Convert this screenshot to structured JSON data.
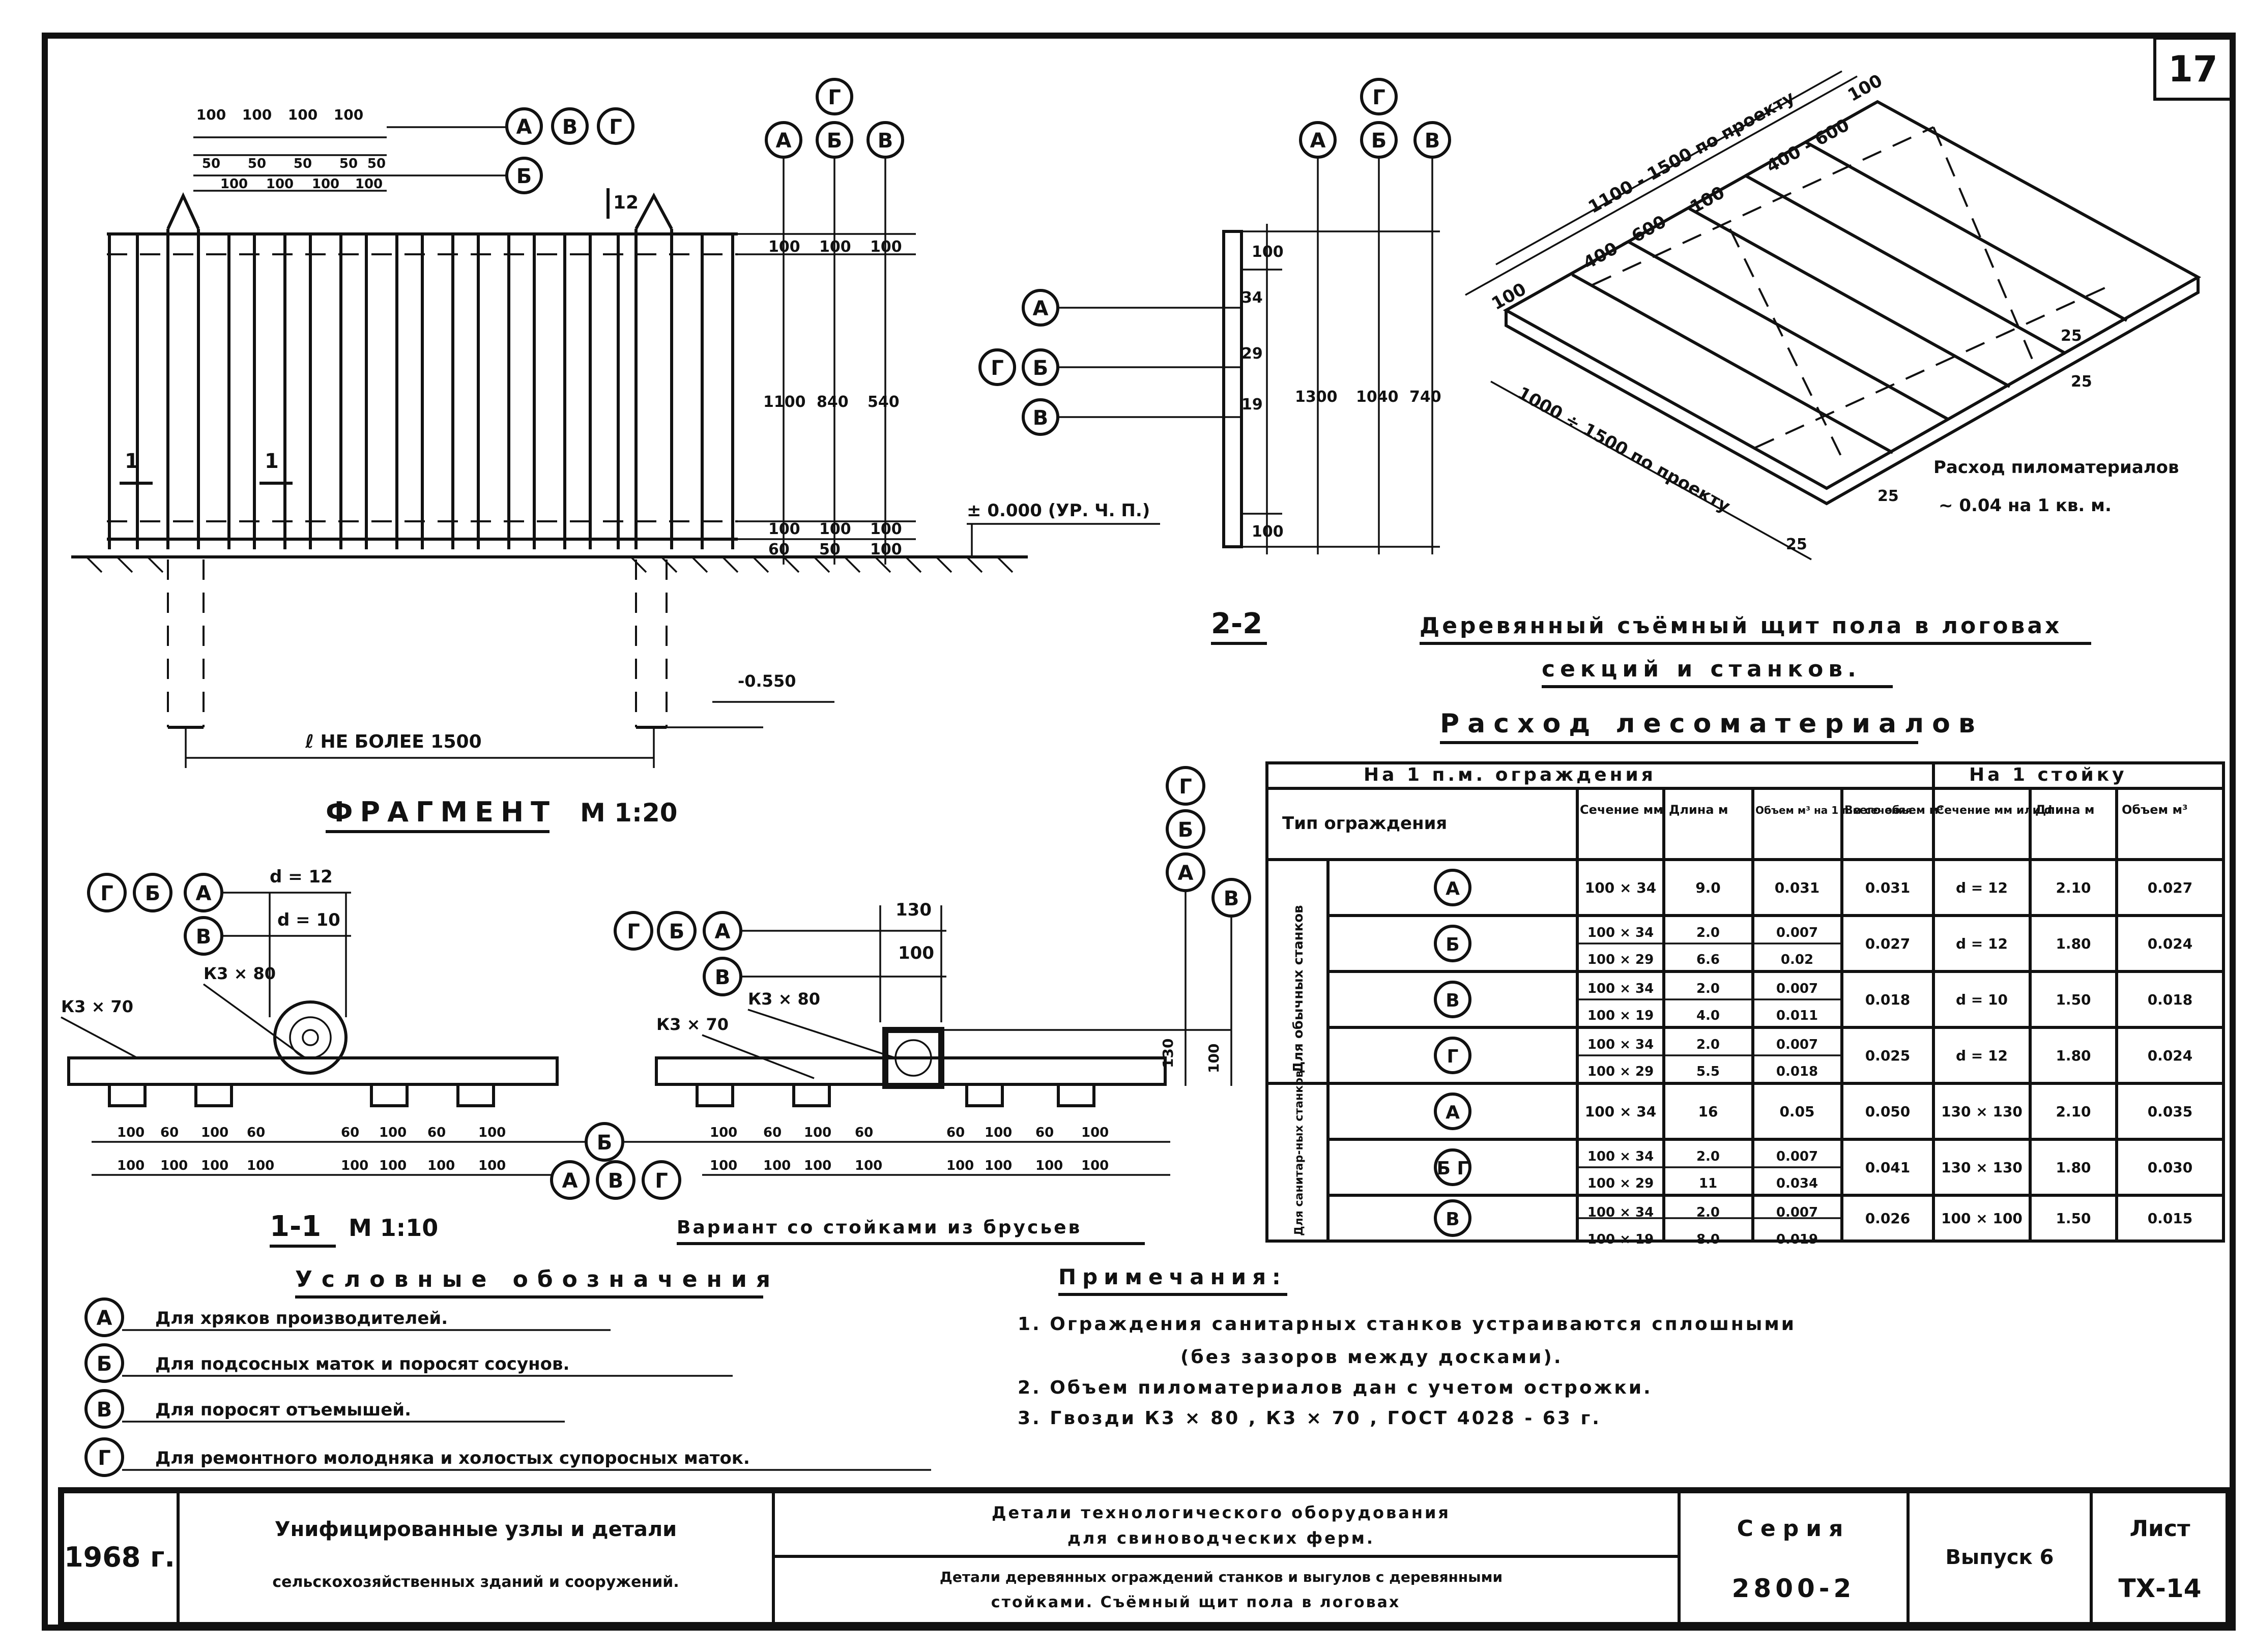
{
  "sheet_number": "17",
  "fence": {
    "top_dims": [
      "100",
      "100",
      "100",
      "100"
    ],
    "mid_dims": [
      "50",
      "50",
      "50",
      "50",
      "50"
    ],
    "bottom_dims": [
      "100",
      "100",
      "100",
      "100"
    ],
    "h_mark": "12",
    "section_mark": "1",
    "labels_row1": [
      "А",
      "В",
      "Г"
    ],
    "label_row2": "Б",
    "col_labels": [
      "А",
      "Б",
      "В"
    ],
    "col_label_top": "Г",
    "dim_col1": [
      "100",
      "1100",
      "100",
      "60"
    ],
    "dim_col2": [
      "100",
      "840",
      "100",
      "50"
    ],
    "dim_col3": [
      "100",
      "540",
      "100",
      "100"
    ],
    "level_mark": "± 0.000 (УР. Ч. П.)",
    "depth_mark": "-0.550",
    "span_label": "ℓ НЕ БОЛЕЕ 1500",
    "title": "ФРАГМЕНТ",
    "scale": "М 1:20"
  },
  "section22": {
    "labels": [
      "А",
      "Б",
      "В"
    ],
    "label_top": "Г",
    "left_labels": [
      "А",
      "Г",
      "Б",
      "В"
    ],
    "dims": [
      "100",
      "34",
      "29",
      "19",
      "1300",
      "1040",
      "740",
      "100"
    ],
    "title": "2-2"
  },
  "panel": {
    "dim_long": "1100 - 1500 по проекту",
    "dim_a": "400 - 600",
    "dim_b": "100",
    "dim_c": "400 - 600",
    "dim_d": "100",
    "dim_e": "100",
    "dim_f": "1000 ÷ 1500 по проекту",
    "d25a": "25",
    "d25b": "25",
    "d25c": "25",
    "d25d": "25",
    "note1": "Расход пиломатериалов",
    "note2": "~ 0.04 на 1 кв. м.",
    "title1": "Деревянный съёмный щит пола в логовах",
    "title2": "секций и станков."
  },
  "table": {
    "title": "Расход лесоматериалов",
    "head_group1": "На 1 п.м. ограждения",
    "head_group2": "На 1 стойку",
    "head_type": "Тип ограждения",
    "head_section": "Сечение мм",
    "head_length": "Длина м",
    "head_volume": "Объем м³ на 1 п.м сечения",
    "head_total": "Всего объем м³",
    "head_section2": "Сечение мм или d",
    "head_length2": "Длина м",
    "head_volume2": "Объем м³",
    "group1": "Для обычных станков",
    "group2": "Для санитар-ных станков",
    "rows": [
      {
        "type": "А",
        "sub": [
          [
            "100 × 34",
            "9.0",
            "0.031"
          ]
        ],
        "total": "0.031",
        "s2": "d = 12",
        "l2": "2.10",
        "v2": "0.027"
      },
      {
        "type": "Б",
        "sub": [
          [
            "100 × 34",
            "2.0",
            "0.007"
          ],
          [
            "100 × 29",
            "6.6",
            "0.02"
          ]
        ],
        "total": "0.027",
        "s2": "d = 12",
        "l2": "1.80",
        "v2": "0.024"
      },
      {
        "type": "В",
        "sub": [
          [
            "100 × 34",
            "2.0",
            "0.007"
          ],
          [
            "100 × 19",
            "4.0",
            "0.011"
          ]
        ],
        "total": "0.018",
        "s2": "d = 10",
        "l2": "1.50",
        "v2": "0.018"
      },
      {
        "type": "Г",
        "sub": [
          [
            "100 × 34",
            "2.0",
            "0.007"
          ],
          [
            "100 × 29",
            "5.5",
            "0.018"
          ]
        ],
        "total": "0.025",
        "s2": "d = 12",
        "l2": "1.80",
        "v2": "0.024"
      },
      {
        "type": "А",
        "sub": [
          [
            "100 × 34",
            "16",
            "0.05"
          ]
        ],
        "total": "0.050",
        "s2": "130 × 130",
        "l2": "2.10",
        "v2": "0.035"
      },
      {
        "type": "Б  Г",
        "sub": [
          [
            "100 × 34",
            "2.0",
            "0.007"
          ],
          [
            "100 × 29",
            "11",
            "0.034"
          ]
        ],
        "total": "0.041",
        "s2": "130 × 130",
        "l2": "1.80",
        "v2": "0.030"
      },
      {
        "type": "В",
        "sub": [
          [
            "100 × 34",
            "2.0",
            "0.007"
          ],
          [
            "100 × 19",
            "8.0",
            "0.019"
          ]
        ],
        "total": "0.026",
        "s2": "100 × 100",
        "l2": "1.50",
        "v2": "0.015"
      }
    ]
  },
  "section11": {
    "left_labels": [
      "Г",
      "Б",
      "А"
    ],
    "label_b": "В",
    "d12": "d = 12",
    "d10": "d = 10",
    "nail1": "К3 × 70",
    "nail2": "К3 × 80",
    "dims_top": [
      "100",
      "60",
      "100",
      "60",
      "60",
      "100",
      "60",
      "100"
    ],
    "dims_bot": [
      "100",
      "100",
      "100",
      "100",
      "100",
      "100",
      "100",
      "100"
    ],
    "mid_label": "Б",
    "bottom_labels": [
      "А",
      "В",
      "Г"
    ],
    "title": "1-1",
    "scale": "М 1:10"
  },
  "variant": {
    "left_labels": [
      "Г",
      "Б",
      "А"
    ],
    "label_b": "В",
    "d130": "130",
    "d100": "100",
    "nail1": "К3 × 70",
    "nail2": "К3 × 80",
    "dims_top": [
      "100",
      "60",
      "100",
      "60",
      "60",
      "100",
      "60",
      "100"
    ],
    "dims_bot": [
      "100",
      "100",
      "100",
      "100",
      "100",
      "100",
      "100",
      "100"
    ],
    "right_labels": [
      "Г",
      "Б",
      "А",
      "В"
    ],
    "rdim1": "130",
    "rdim2": "100",
    "title": "Вариант со стойками из брусьев"
  },
  "legend": {
    "title": "Условные обозначения",
    "items": [
      {
        "key": "А",
        "text": "Для хряков производителей."
      },
      {
        "key": "Б",
        "text": "Для подсосных маток и поросят сосунов."
      },
      {
        "key": "В",
        "text": "Для поросят отъемышей."
      },
      {
        "key": "Г",
        "text": "Для ремонтного молодняка и холостых супоросных маток."
      }
    ]
  },
  "notes": {
    "title": "Примечания:",
    "items": [
      "1. Ограждения санитарных станков устраиваются сплошными",
      "(без зазоров между досками).",
      "2. Объем пиломатериалов дан с учетом острожки.",
      "3. Гвозди К3 × 80 , К3 × 70 , ГОСТ 4028 - 63 г."
    ]
  },
  "stamp": {
    "year": "1968 г.",
    "org1": "Унифицированные узлы и детали",
    "org2": "сельскохозяйственных зданий и сооружений.",
    "title1": "Детали технологического оборудования",
    "title2": "для свиноводческих ферм.",
    "title3": "Детали деревянных ограждений станков и выгулов с деревянными",
    "title4": "стойками. Съёмный щит пола в логовах",
    "series_label": "Серия",
    "series": "2800-2",
    "issue": "Выпуск 6",
    "sheet_label": "Лист",
    "sheet": "ТХ-14"
  }
}
